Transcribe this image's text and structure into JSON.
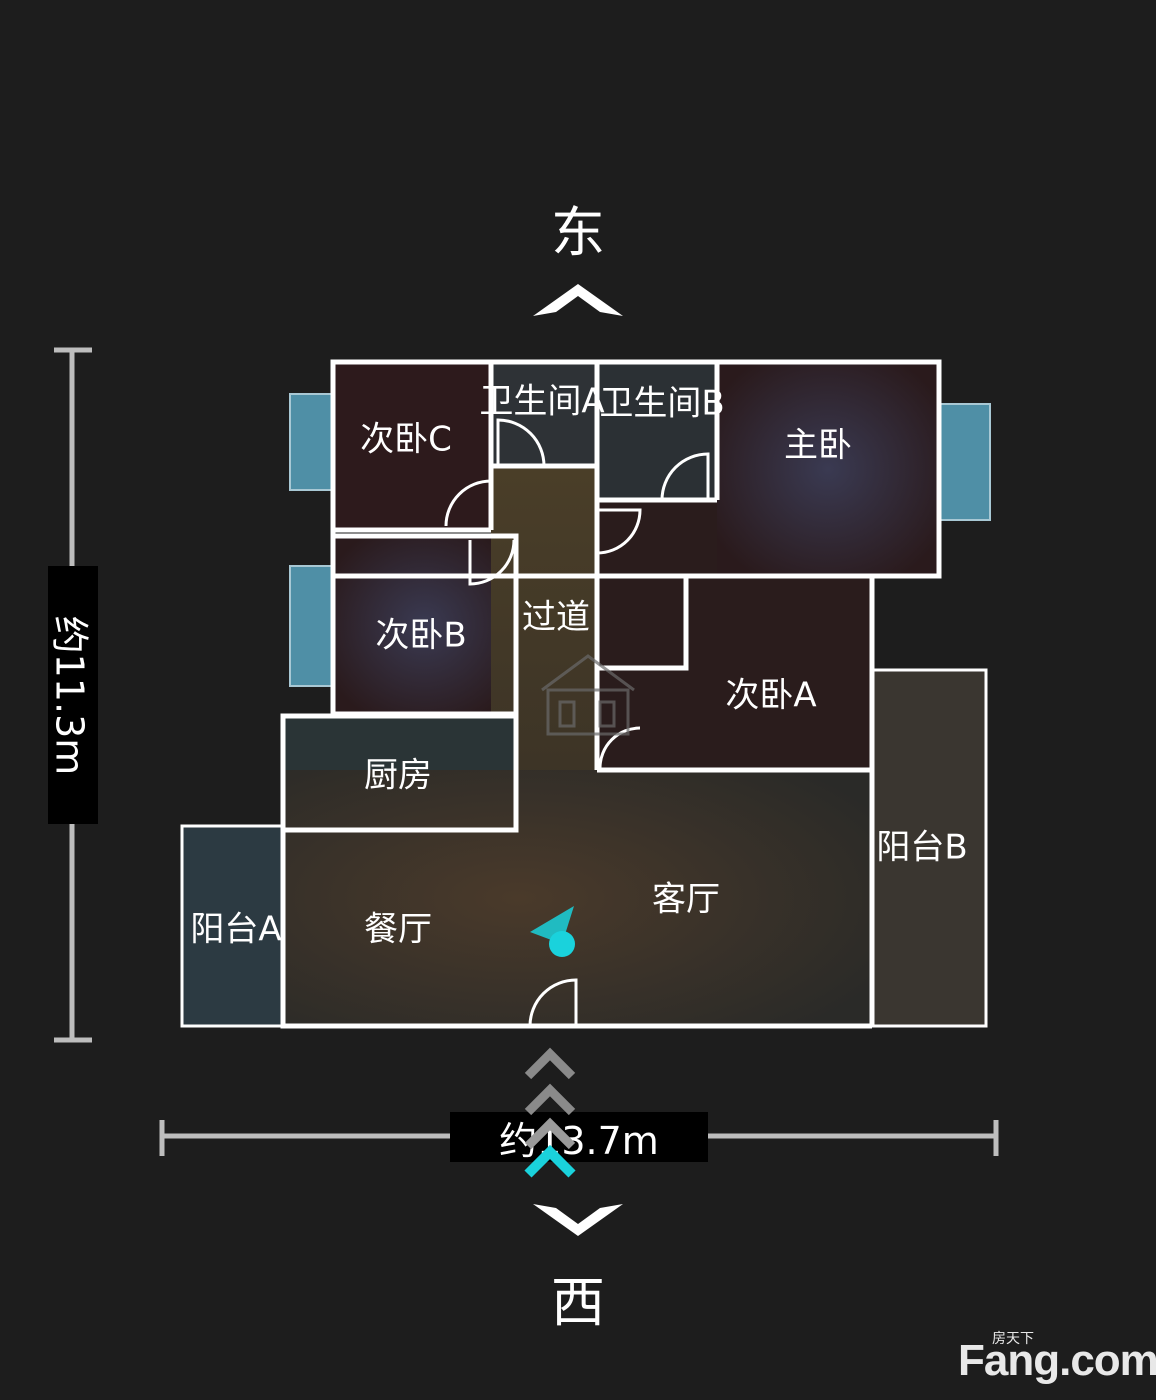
{
  "compass": {
    "north_label": "东",
    "south_label": "西"
  },
  "dimensions": {
    "vertical": "约11.3m",
    "horizontal": "约13.7m"
  },
  "rooms": {
    "bedroom_c": "次卧C",
    "bath_a": "卫生间A",
    "bath_b": "卫生间B",
    "master": "主卧",
    "bedroom_b": "次卧B",
    "corridor": "过道",
    "bedroom_a": "次卧A",
    "kitchen": "厨房",
    "balcony_a": "阳台A",
    "dining": "餐厅",
    "living": "客厅",
    "balcony_b": "阳台B"
  },
  "viewer": {
    "marker_color": "#1ad2dc"
  },
  "colors": {
    "background": "#1d1d1d",
    "wall": "#ffffff",
    "window": "#6fb4cc",
    "accent": "#1ad2dc"
  },
  "watermark": {
    "brand": "Fang.com",
    "tagline": "房天下"
  }
}
